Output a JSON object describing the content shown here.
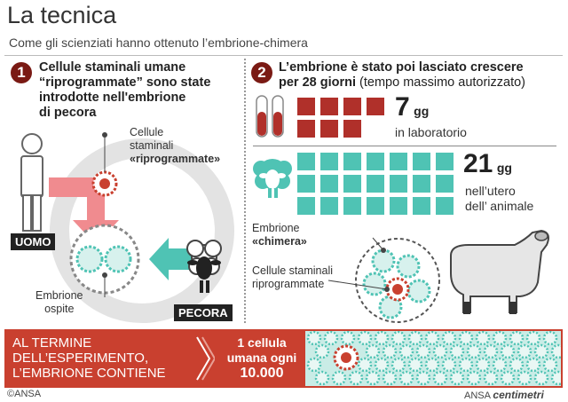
{
  "title": "La tecnica",
  "subtitle": "Come gli scienziati hanno ottenuto l’embrione-chimera",
  "section1": {
    "number": "1",
    "heading_lines": [
      "Cellule staminali umane",
      "“riprogrammate” sono state",
      "introdotte nell'embrione",
      "di pecora"
    ],
    "label_cells_lines": [
      "Cellule",
      "staminali",
      "«riprogrammate»"
    ],
    "label_embryo_lines": [
      "Embrione",
      "ospite"
    ],
    "tag_human": "UOMO",
    "tag_sheep": "PECORA"
  },
  "section2": {
    "number": "2",
    "heading_line1": "L’embrione è stato poi lasciato crescere",
    "heading_line2_bold": "per 28 giorni",
    "heading_line2_light": " (tempo massimo autorizzato)",
    "lab_days": "7",
    "lab_unit": "gg",
    "lab_caption": "in laboratorio",
    "uterus_days": "21",
    "uterus_unit": "gg",
    "uterus_caption_lines": [
      "nell’utero",
      "dell’ animale"
    ],
    "label_chimera_lines": [
      "Embrione",
      "«chimera»"
    ],
    "label_cells_lines": [
      "Cellule staminali",
      "riprogrammate"
    ]
  },
  "bottom": {
    "left_lines": [
      "AL TERMINE",
      "DELL’ESPERIMENTO,",
      "L’EMBRIONE CONTIENE"
    ],
    "right_lines": [
      "1 cellula",
      "umana ogni",
      "10.000"
    ]
  },
  "credit_left": "©ANSA",
  "credit_right": "ANSA",
  "credit_brand": "centimetri",
  "colors": {
    "red": "#b0302a",
    "teal": "#4fc3b4",
    "dark_red": "#7a1a14",
    "band": "#c9402f",
    "pink_arrow": "#f08b8f"
  }
}
